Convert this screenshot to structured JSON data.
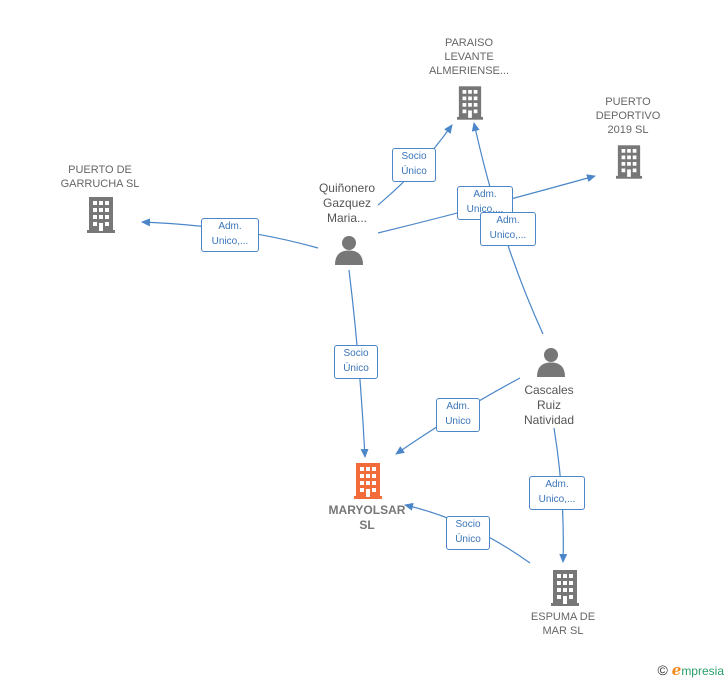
{
  "colors": {
    "edge": "#4a86c8",
    "building": "#777777",
    "building_main": "#f26b3a",
    "person": "#777777"
  },
  "nodes": {
    "paraiso": {
      "label": "PARAISO\nLEVANTE\nALMERIENSE...",
      "icon": "building-icon"
    },
    "puerto_deportivo": {
      "label": "PUERTO\nDEPORTIVO\n2019  SL",
      "icon": "building-icon"
    },
    "puerto_garrucha": {
      "label": "PUERTO DE\nGARRUCHA  SL",
      "icon": "building-icon"
    },
    "quinonero": {
      "label": "Quiñonero\nGazquez\nMaria...",
      "icon": "person-icon"
    },
    "cascales": {
      "label": "Cascales\nRuiz\nNatividad",
      "icon": "person-icon"
    },
    "maryolsar": {
      "label": "MARYOLSAR\nSL",
      "icon": "building-icon-highlight"
    },
    "espuma": {
      "label": "ESPUMA DE\nMAR  SL",
      "icon": "building-icon"
    }
  },
  "edges": {
    "quinonero_paraiso": "Socio\nÚnico",
    "quinonero_deportivo": "Adm.\nUnico,...",
    "cascales_paraiso": "Adm.\nUnico,...",
    "quinonero_garrucha": "Adm.\nUnico,...",
    "quinonero_maryolsar": "Socio\nÚnico",
    "cascales_maryolsar": "Adm.\nUnico",
    "cascales_espuma": "Adm.\nUnico,...",
    "espuma_maryolsar": "Socio\nÚnico"
  },
  "brand": {
    "copyright": "©",
    "initial": "e",
    "name": "mpresia"
  }
}
